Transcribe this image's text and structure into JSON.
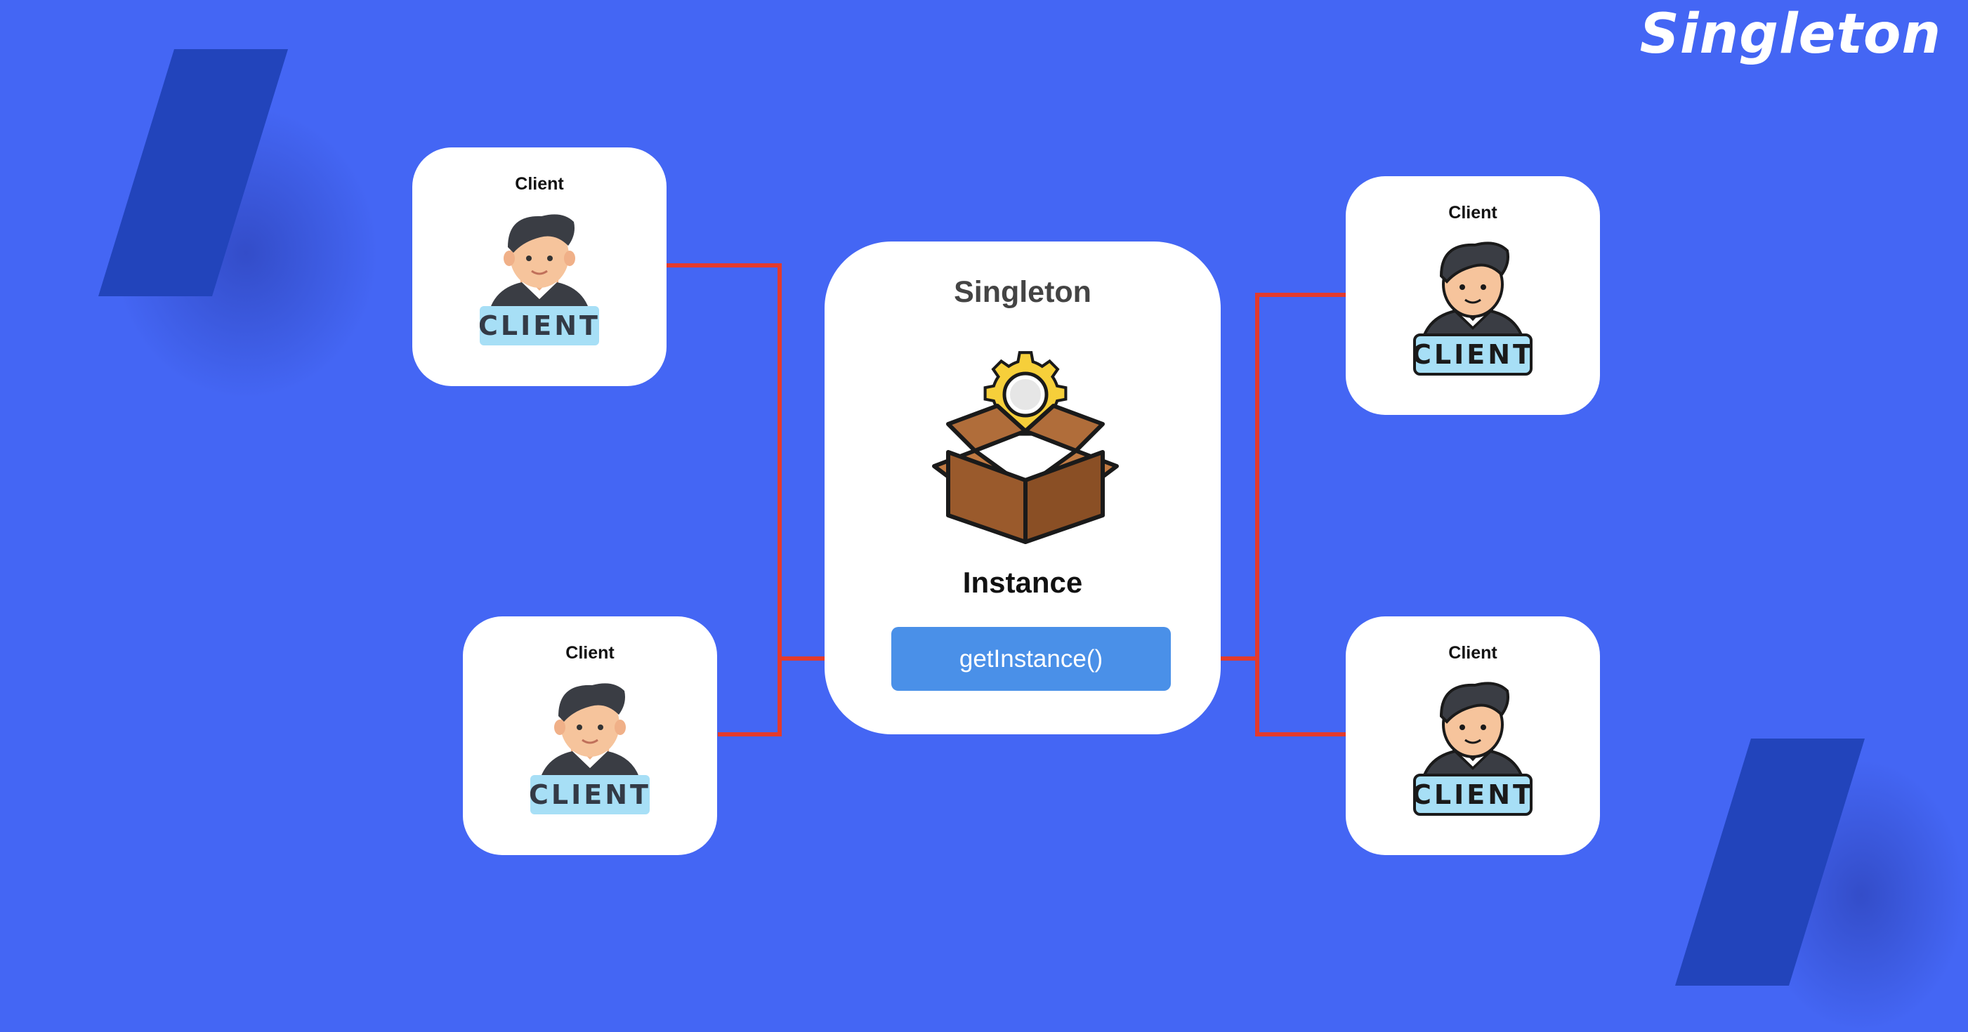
{
  "brand": {
    "title": "Singleton"
  },
  "singleton": {
    "title": "Singleton",
    "instance_label": "Instance",
    "method_label": "getInstance()"
  },
  "clients": [
    {
      "label": "Client",
      "badge": "CLIENT"
    },
    {
      "label": "Client",
      "badge": "CLIENT"
    },
    {
      "label": "Client",
      "badge": "CLIENT"
    },
    {
      "label": "Client",
      "badge": "CLIENT"
    }
  ],
  "icons": {
    "client": "client-avatar-icon",
    "instance": "box-gear-icon",
    "arrow": "arrow-icon"
  },
  "colors": {
    "background": "#4466f4",
    "decor": "#2244bb",
    "connector": "#e33a2c",
    "method_button": "#4a90e8",
    "card": "#ffffff"
  }
}
